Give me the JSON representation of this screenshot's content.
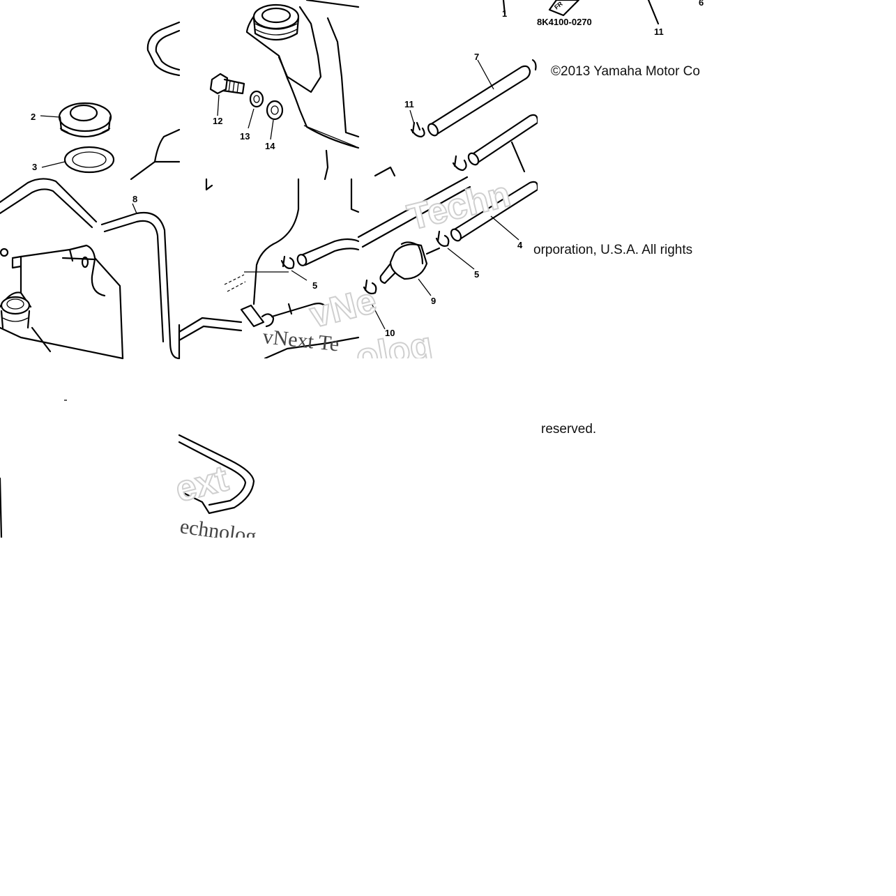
{
  "diagram": {
    "drawing_code": "8K4100-0270",
    "callouts": [
      "1",
      "2",
      "3",
      "4",
      "5",
      "6",
      "7",
      "8",
      "9",
      "10",
      "11",
      "12",
      "13",
      "14"
    ],
    "watermark": [
      "Techn",
      "vNe",
      "vNext Te",
      "ext",
      "echnolog",
      "olog"
    ]
  },
  "copyright": {
    "line1": "©2013 Yamaha Motor Co",
    "line2": "orporation, U.S.A. All rights",
    "line3": "reserved."
  }
}
